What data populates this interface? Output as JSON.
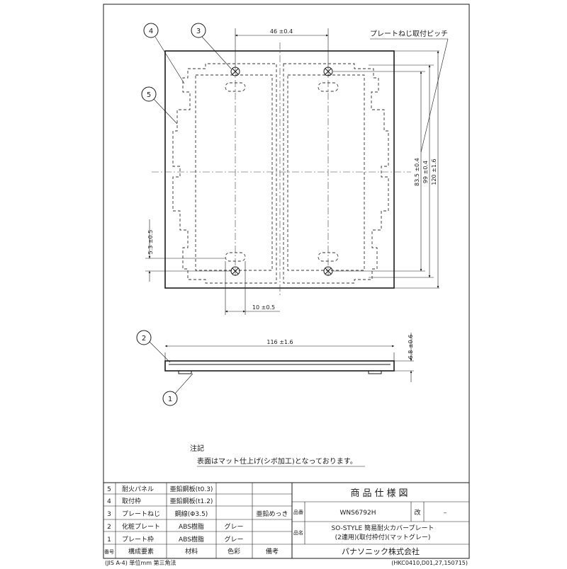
{
  "drawing": {
    "dims": {
      "width_46": "46 ±0.4",
      "pitch_83_5": "83.5 ±0.4",
      "h_99": "99 ±0.4",
      "h_120": "120 ±1.6",
      "v_5_3": "5.3 ±0.5",
      "w_10": "10 ±0.5",
      "w_116": "116 ±1.6",
      "t_6_8": "6.8 ±0.6"
    },
    "pitch_label": "プレートねじ取付ピッチ",
    "balloons": [
      "1",
      "2",
      "3",
      "4",
      "5"
    ]
  },
  "notes": {
    "heading": "注記",
    "text": "表面はマット仕上げ(シボ加工)となっております。"
  },
  "parts": {
    "rows": [
      {
        "no": "5",
        "name": "耐火パネル",
        "material": "亜鉛鋼板(t0.3)",
        "color": "",
        "note": ""
      },
      {
        "no": "4",
        "name": "取付枠",
        "material": "亜鉛鋼板(t1.2)",
        "color": "",
        "note": ""
      },
      {
        "no": "3",
        "name": "プレートねじ",
        "material": "鋼線(Φ3.5)",
        "color": "",
        "note": "亜鉛めっき"
      },
      {
        "no": "2",
        "name": "化粧プレート",
        "material": "ABS樹脂",
        "color": "グレー",
        "note": ""
      },
      {
        "no": "1",
        "name": "プレート枠",
        "material": "ABS樹脂",
        "color": "グレー",
        "note": ""
      }
    ],
    "header": {
      "no": "番号",
      "name": "構成要素",
      "material": "材料",
      "color": "色彩",
      "note": "備考"
    }
  },
  "titleblock": {
    "title": "商品仕様図",
    "hinban_label": "品番",
    "hinban": "WNS6792H",
    "rev_label": "改",
    "rev": "–",
    "hinmei_label": "品名",
    "hinmei_line1": "SO-STYLE 簡易耐火カバープレート",
    "hinmei_line2": "(2連用)(取付枠付)(マットグレー)",
    "company": "パナソニック株式会社"
  },
  "footer": {
    "left": "(JIS A-4) 単位mm 第三角法",
    "right": "(HKC0410,D01,27,150715)"
  }
}
